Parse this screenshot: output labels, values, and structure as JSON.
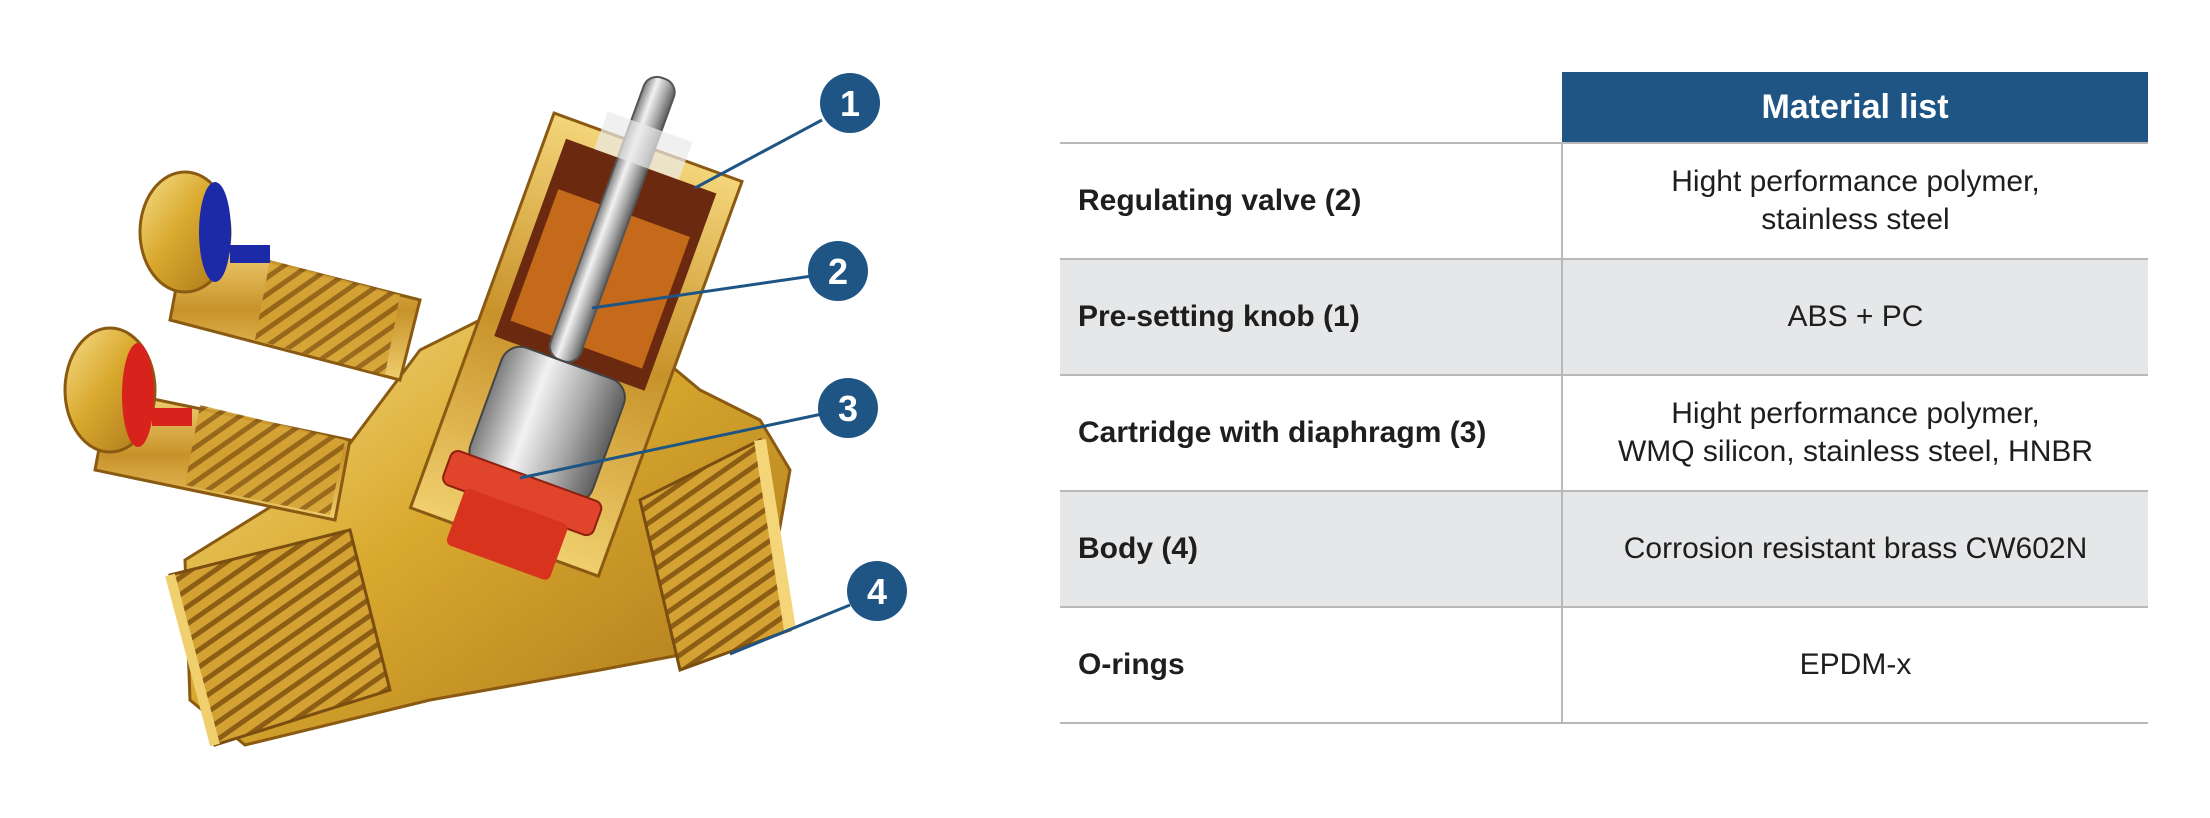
{
  "illustration": {
    "callouts": [
      {
        "number": "1",
        "part": "Pre-setting knob"
      },
      {
        "number": "2",
        "part": "Regulating valve"
      },
      {
        "number": "3",
        "part": "Cartridge with diaphragm"
      },
      {
        "number": "4",
        "part": "Body"
      }
    ],
    "colors": {
      "brass": "#d9a92e",
      "brass_dark": "#8a5a12",
      "brass_light": "#f2d77a",
      "callout": "#1e5584",
      "cap_blue": "#1c2aa8",
      "cap_red": "#d8231c",
      "diaphragm_red": "#e0442a"
    }
  },
  "table": {
    "header": "Material list",
    "header_color": "#1e5584",
    "rows": [
      {
        "part": "Regulating valve (2)",
        "material": [
          "Hight performance polymer,",
          "stainless steel"
        ]
      },
      {
        "part": "Pre-setting knob (1)",
        "material": [
          "ABS + PC"
        ]
      },
      {
        "part": "Cartridge with diaphragm (3)",
        "material": [
          "Hight performance polymer,",
          "WMQ silicon, stainless steel, HNBR"
        ]
      },
      {
        "part": "Body (4)",
        "material": [
          "Corrosion resistant brass CW602N"
        ]
      },
      {
        "part": "O-rings",
        "material": [
          "EPDM-x"
        ]
      }
    ]
  }
}
